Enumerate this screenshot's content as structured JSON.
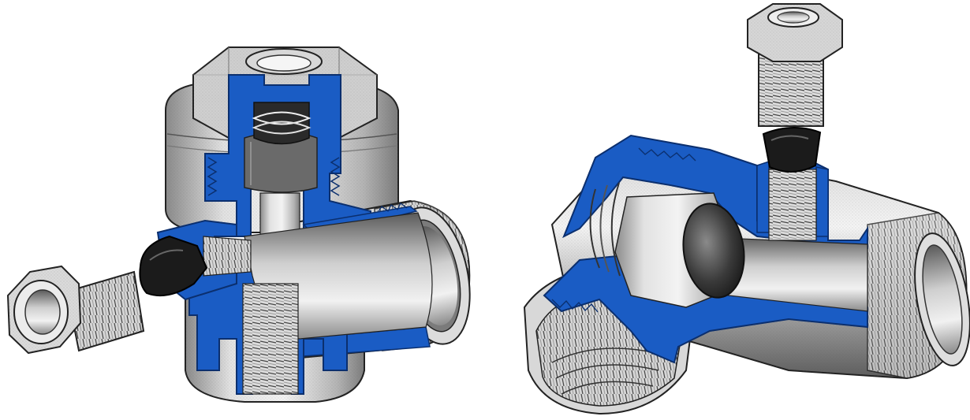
{
  "figure": {
    "colors": {
      "section_fill": "#1a5cc4",
      "section_edge": "#0b2f6e",
      "metal_light": "#e9e9e9",
      "metal_mid": "#bdbdbd",
      "metal_dark": "#6e6e6e",
      "rubber": "#1b1b1b",
      "outline": "#222222",
      "background": "#ffffff"
    },
    "views": [
      {
        "id": "left-assembly",
        "parts": [
          "hex-cap-body",
          "vertical-threaded-port",
          "side-threaded-port",
          "horizontal-outlet-tube",
          "black-rubber-plug",
          "loose-hex-plug"
        ]
      },
      {
        "id": "right-assembly",
        "parts": [
          "valve-body-horizontal",
          "large-threaded-inlet",
          "piston-disk",
          "coil-spring",
          "vertical-port",
          "black-rubber-plug",
          "loose-hex-plug-top",
          "outlet-tube"
        ]
      }
    ]
  }
}
